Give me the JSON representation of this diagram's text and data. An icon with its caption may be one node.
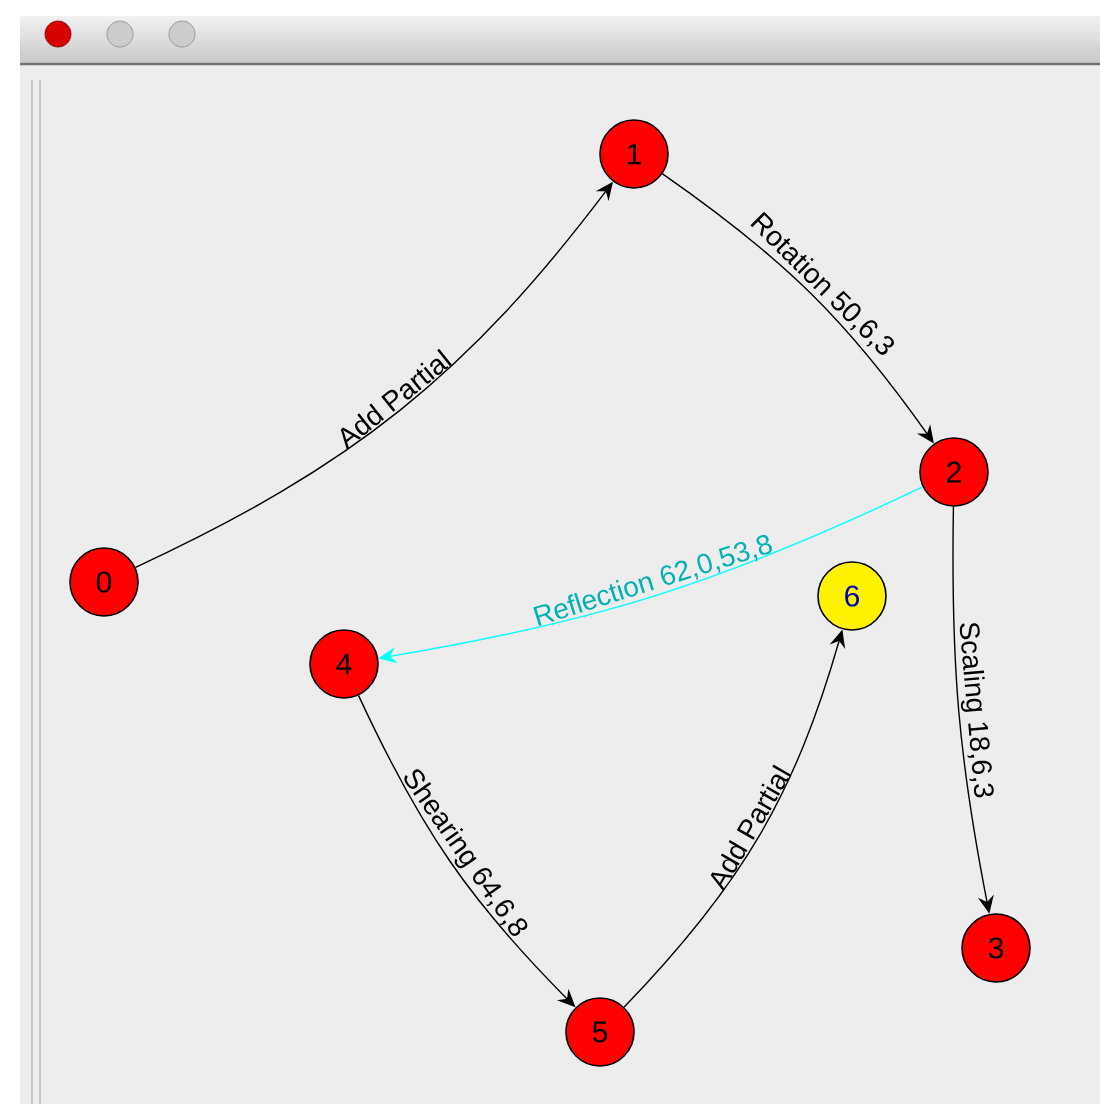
{
  "diagram": {
    "nodes": [
      {
        "text": [
          "0"
        ]
      },
      {
        "text": [
          "1"
        ]
      },
      {
        "text": [
          "2"
        ]
      },
      {
        "text": [
          "3"
        ]
      },
      {
        "text": [
          "4"
        ]
      },
      {
        "text": [
          "5"
        ]
      },
      {
        "text": [
          "6"
        ]
      }
    ],
    "edges": [
      {
        "from": 0,
        "to": 1,
        "arrow": "to",
        "label": "Add Partial"
      },
      {
        "from": 1,
        "to": 2,
        "arrow": "to",
        "label": "Rotation 50,6,3"
      },
      {
        "from": 2,
        "to": 4,
        "arrow": "to",
        "label": "Reflection 62,0,53,8",
        "color": "#00ffff"
      },
      {
        "from": 2,
        "to": 3,
        "arrow": "to",
        "label": "Scaling 18,6,3"
      },
      {
        "from": 4,
        "to": 5,
        "arrow": "to",
        "label": "Shearing 64,6,8"
      },
      {
        "from": 5,
        "to": 6,
        "arrow": "to",
        "label": "Add Partial"
      }
    ]
  }
}
